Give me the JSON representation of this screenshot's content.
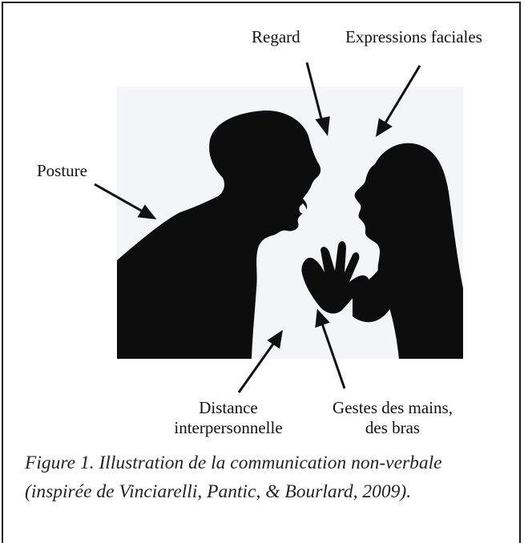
{
  "labels": {
    "regard": "Regard",
    "expressions": "Expressions faciales",
    "posture": "Posture",
    "distance_line1": "Distance",
    "distance_line2": "interpersonnelle",
    "gestes_line1": "Gestes des mains,",
    "gestes_line2": "des bras"
  },
  "caption": {
    "line1": "Figure 1. Illustration de la communication non-verbale",
    "line2": "(inspirée de Vinciarelli, Pantic, & Bourlard, 2009)."
  }
}
